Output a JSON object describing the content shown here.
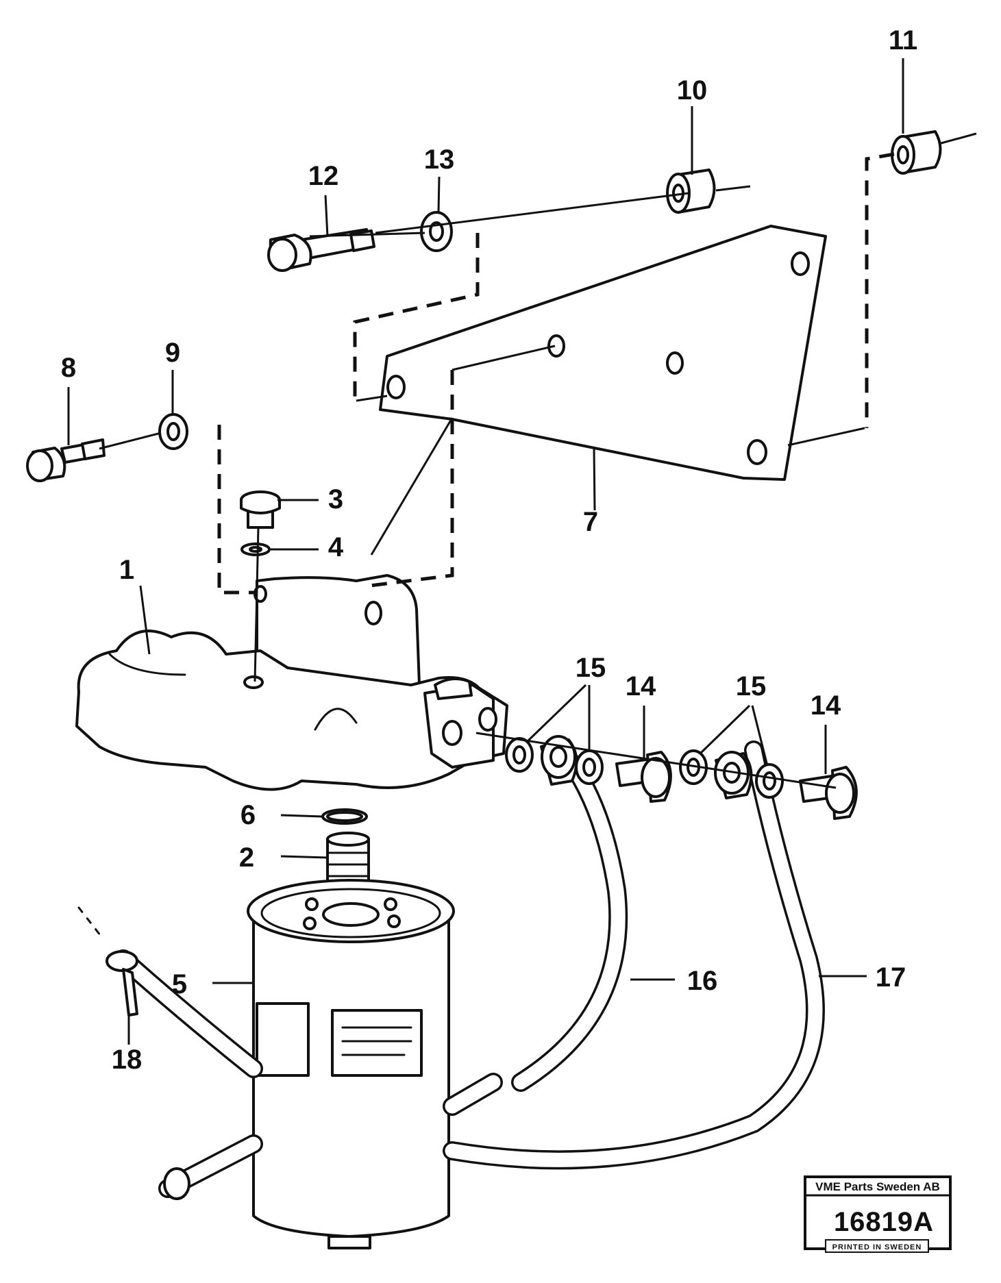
{
  "callouts": {
    "c1": "1",
    "c2": "2",
    "c3": "3",
    "c4": "4",
    "c5": "5",
    "c6": "6",
    "c7": "7",
    "c8": "8",
    "c9": "9",
    "c10": "10",
    "c11": "11",
    "c12": "12",
    "c13": "13",
    "c14a": "14",
    "c14b": "14",
    "c15a": "15",
    "c15b": "15",
    "c16": "16",
    "c17": "17",
    "c18": "18"
  },
  "stamp": {
    "company": "VME Parts Sweden AB",
    "number": "16819A",
    "printed": "PRINTED IN SWEDEN"
  }
}
